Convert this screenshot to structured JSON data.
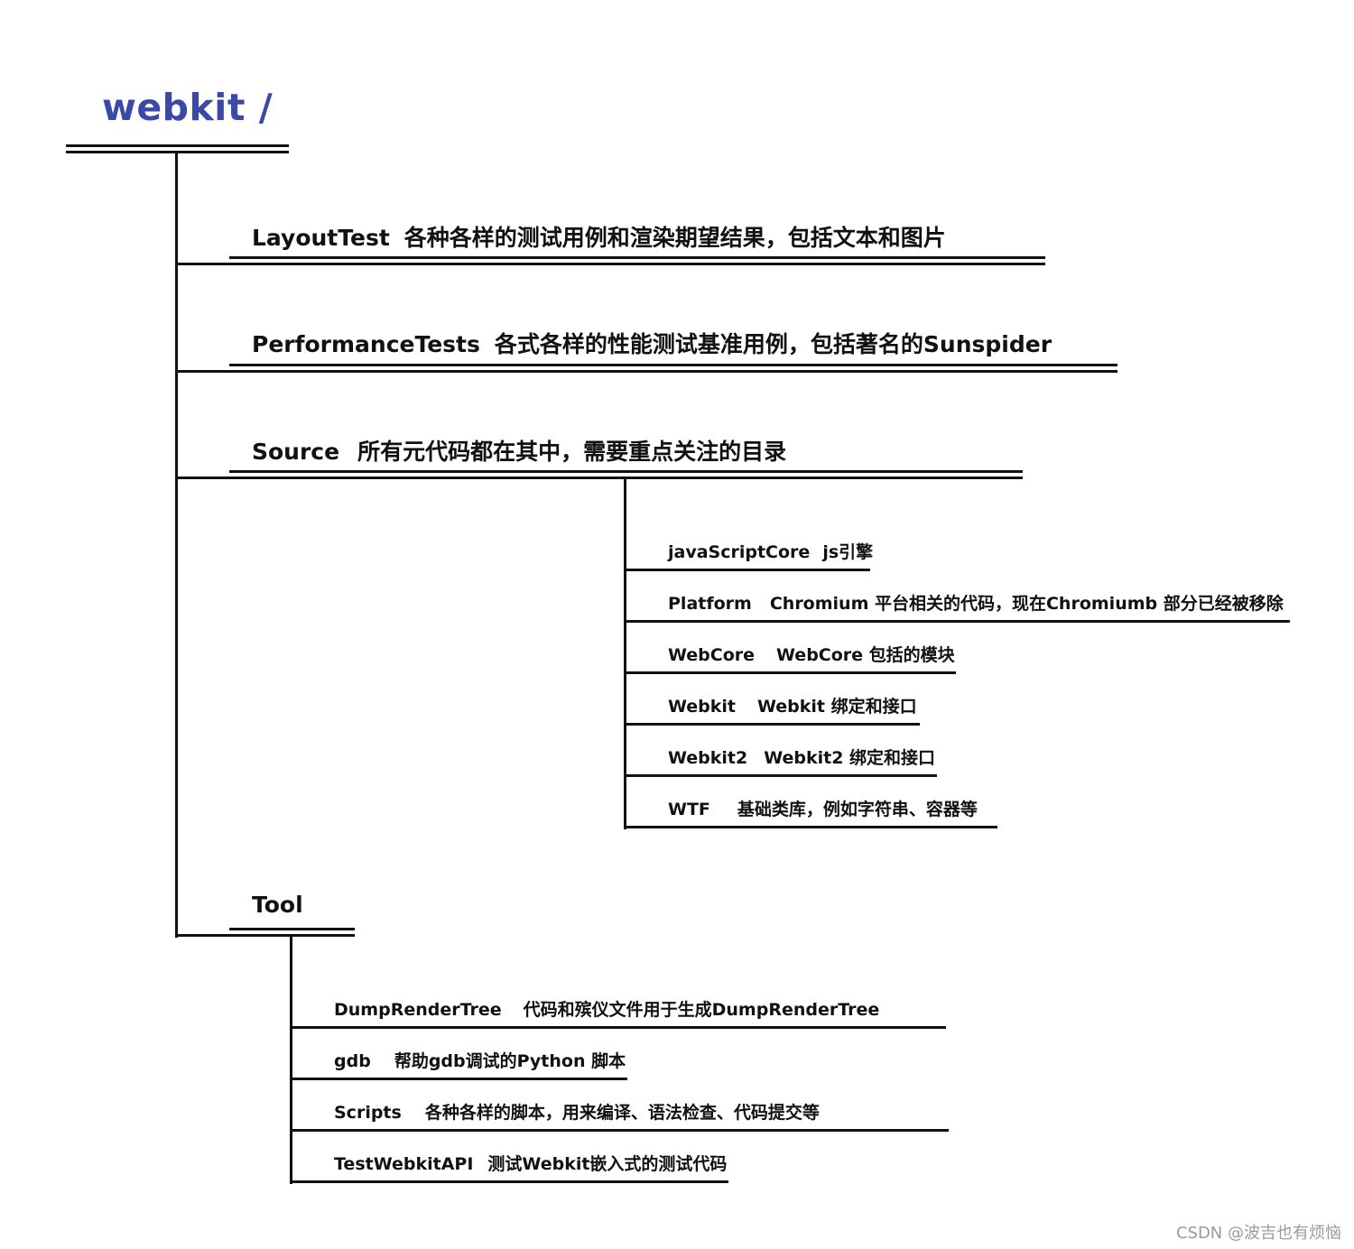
{
  "root": {
    "title": "webkit /"
  },
  "branches": [
    {
      "name": "LayoutTest",
      "desc": "各种各样的测试用例和渲染期望结果，包括文本和图片"
    },
    {
      "name": "PerformanceTests",
      "desc": "各式各样的性能测试基准用例，包括著名的Sunspider"
    },
    {
      "name": "Source",
      "desc": "所有元代码都在其中，需要重点关注的目录",
      "children": [
        {
          "name": "javaScriptCore",
          "desc": "js引擎"
        },
        {
          "name": "Platform",
          "desc": "Chromium 平台相关的代码，现在Chromiumb 部分已经被移除"
        },
        {
          "name": "WebCore",
          "desc": "WebCore 包括的模块"
        },
        {
          "name": "Webkit",
          "desc": "Webkit 绑定和接口"
        },
        {
          "name": "Webkit2",
          "desc": "Webkit2 绑定和接口"
        },
        {
          "name": "WTF",
          "desc": "基础类库，例如字符串、容器等"
        }
      ]
    },
    {
      "name": "Tool",
      "desc": "",
      "children": [
        {
          "name": "DumpRenderTree",
          "desc": "代码和殡仪文件用于生成DumpRenderTree"
        },
        {
          "name": "gdb",
          "desc": "帮助gdb调试的Python 脚本"
        },
        {
          "name": "Scripts",
          "desc": "各种各样的脚本，用来编译、语法检查、代码提交等"
        },
        {
          "name": "TestWebkitAPI",
          "desc": "测试Webkit嵌入式的测试代码"
        }
      ]
    }
  ],
  "watermark": "CSDN @波吉也有烦恼"
}
